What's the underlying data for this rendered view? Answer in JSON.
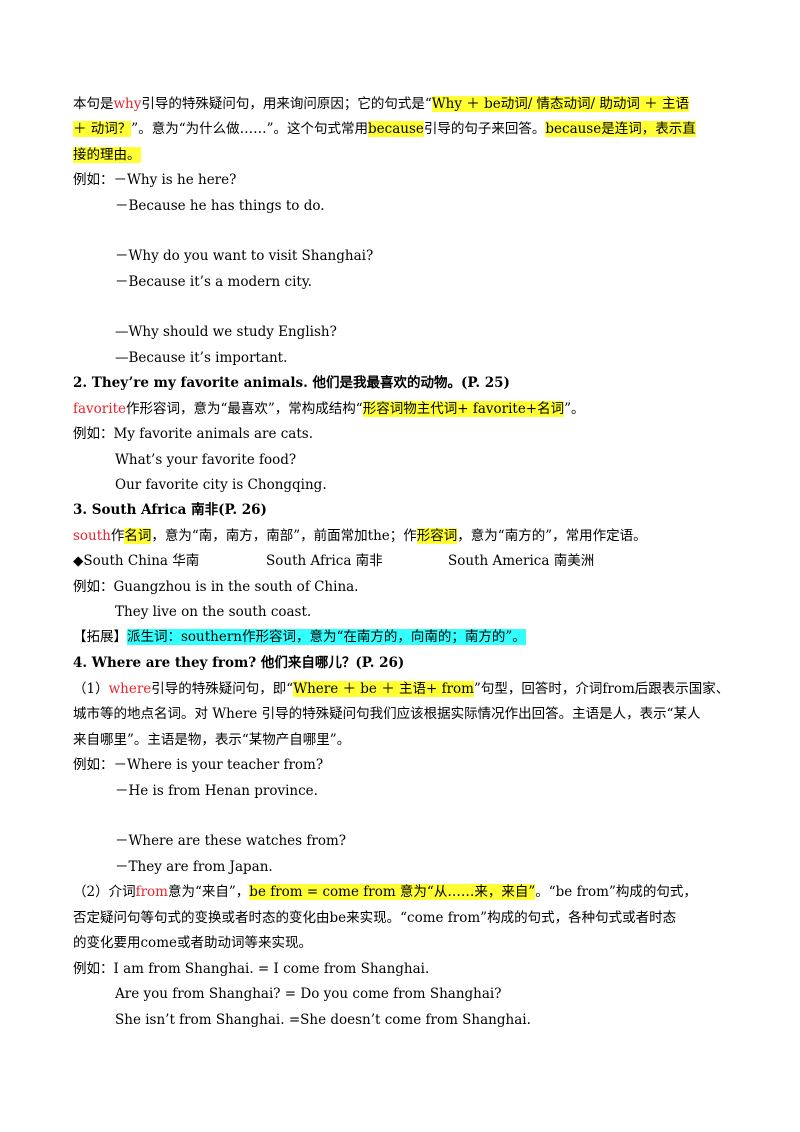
{
  "s1": {
    "l1": [
      "本句是",
      "why",
      "引导的特殊疑问句，用来询问原因；它的句式是“",
      "Why ＋ be动词/ 情态动词/ 助动词 ＋ 主语"
    ],
    "l2": [
      "＋ 动词？",
      "”。意为“为什么做……”。这个句式常用",
      "because",
      "引导的句子来回答。",
      "because是连词，表示直"
    ],
    "l3": "接的理由。",
    "ex_label": "例如：",
    "ex": [
      "－Why is he here?",
      "－Because he has things to do.",
      "－Why do you want to visit Shanghai?",
      "－Because it’s a modern city.",
      "—Why should we study English?",
      "—Because it’s important."
    ]
  },
  "s2": {
    "heading": "2. They’re my favorite animals. 他们是我最喜欢的动物。(P. 25)",
    "l1": [
      "favorite",
      "作形容词，意为“最喜欢”，常构成结构“",
      "形容词物主代词+ favorite+名词",
      "”。"
    ],
    "ex_label": "例如：",
    "ex": [
      "My favorite animals are cats.",
      "What’s your favorite food?",
      "Our favorite city is Chongqing."
    ]
  },
  "s3": {
    "heading": "3. South Africa 南非(P. 26)",
    "l1": [
      "south",
      "作",
      "名词",
      "，意为“南，南方，南部”，前面常加the；作",
      "形容词",
      "，意为“南方的”，常用作定语。"
    ],
    "places": [
      "◆South China 华南",
      "South Africa 南非",
      "South America 南美洲"
    ],
    "ex_label": "例如：",
    "ex": [
      "Guangzhou is in the south of China.",
      "They live on the south coast."
    ],
    "ext": [
      "【拓展】",
      "派生词：southern作形容词，意为“在南方的，向南的；南方的”。"
    ]
  },
  "s4": {
    "heading": "4. Where are they from? 他们来自哪儿？(P. 26)",
    "p1": [
      "（1）",
      "where",
      "引导的特殊疑问句，即“",
      "Where ＋ be ＋ 主语+ from",
      "”句型，回答时，介词from后跟表示国家、"
    ],
    "p1_l2": "城市等的地点名词。对 Where 引导的特殊疑问句我们应该根据实际情况作出回答。主语是人，表示“某人",
    "p1_l3": "来自哪里”。主语是物，表示“某物产自哪里”。",
    "ex_label": "例如：",
    "ex": [
      "－Where is your teacher from?",
      "－He is from Henan province.",
      "－Where are these watches from?",
      "－They are from Japan."
    ],
    "p2": [
      "（2）介词",
      "from",
      "意为“来自”，",
      "be from = come from 意为“从……来，来自”",
      "。“be from”构成的句式，"
    ],
    "p2_l2": "否定疑问句等句式的变换或者时态的变化由be来实现。“come from”构成的句式，各种句式或者时态",
    "p2_l3": "的变化要用come或者助动词等来实现。",
    "ex2_label": "例如：",
    "ex2": [
      "I am from Shanghai. = I come from Shanghai.",
      "Are you from Shanghai? = Do you come from Shanghai?",
      "She isn’t from Shanghai. =She doesn’t come from Shanghai."
    ]
  }
}
